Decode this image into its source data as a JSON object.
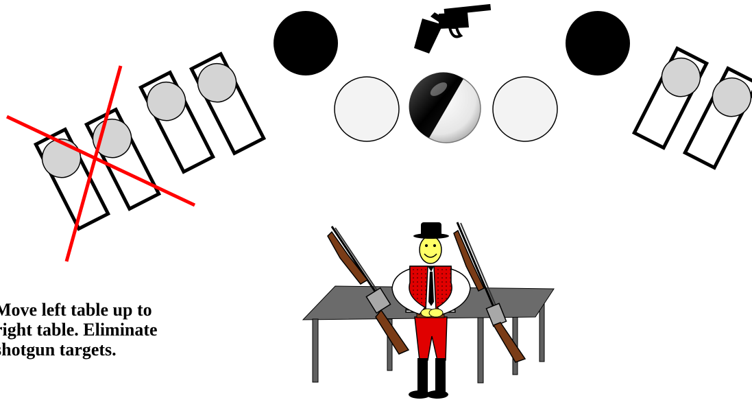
{
  "instruction": {
    "lines": [
      "Move left table up to",
      "right table. Eliminate",
      "shotgun targets."
    ]
  },
  "left_targets": {
    "count": 4,
    "eliminated": 2,
    "elimination_mark": "red-x"
  },
  "right_targets": {
    "count": 2
  },
  "center": {
    "black_plates": 2,
    "white_plates": 2,
    "start_plate": "black-white-half",
    "gun": "revolver-icon"
  },
  "shooter": {
    "long_guns_on_table": 2
  },
  "colors": {
    "outline": "#000000",
    "target_fill": "#d4d4d4",
    "plate_white": "#f3f3f3",
    "mark": "#ff0000",
    "table_top": "#6b6b6b",
    "table_leg": "#606060",
    "stock": "#7a3c17",
    "vest": "#e00000",
    "skin": "#ffff66"
  }
}
